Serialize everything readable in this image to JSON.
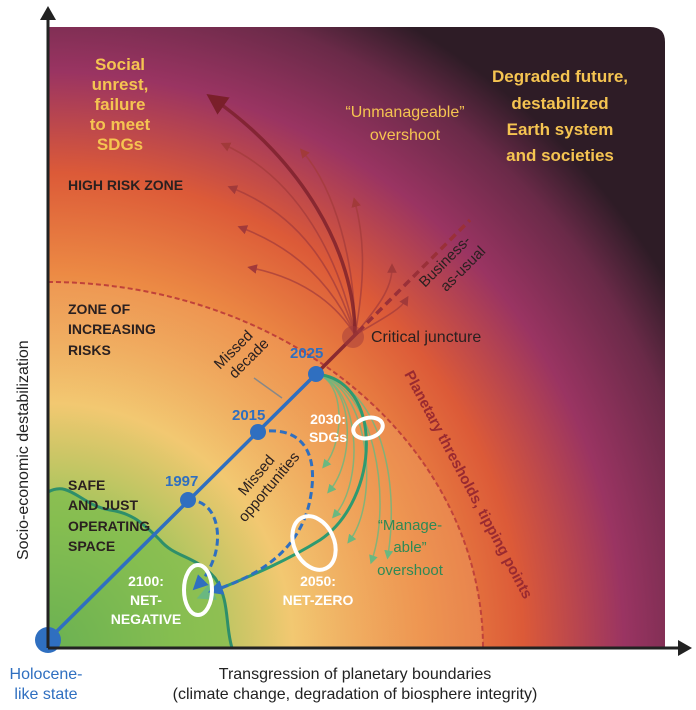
{
  "axes": {
    "y_label": "Socio-economic destabilization",
    "x_label_line1": "Transgression of planetary boundaries",
    "x_label_line2": "(climate change, degradation of biosphere integrity)",
    "origin_line1": "Holocene-",
    "origin_line2": "like state"
  },
  "zones": {
    "social": [
      "Social",
      "unrest,",
      "failure",
      "to meet",
      "SDGs"
    ],
    "degraded": [
      "Degraded future,",
      "destabilized",
      "Earth system",
      "and societies"
    ],
    "high_risk": "HIGH RISK ZONE",
    "increasing": [
      "ZONE OF",
      "INCREASING",
      "RISKS"
    ],
    "safe": [
      "SAFE",
      "AND JUST",
      "OPERATING",
      "SPACE"
    ]
  },
  "labels": {
    "unmanageable": [
      "“Unmanageable”",
      "overshoot"
    ],
    "manageable": [
      "“Manage-",
      "able”",
      "overshoot"
    ],
    "business": [
      "Business-",
      "as-usual"
    ],
    "critical": "Critical juncture",
    "thresholds": "Planetary thresholds, tipping points",
    "missed_decade": [
      "Missed",
      "decade"
    ],
    "missed_opps": [
      "Missed",
      "opportunities"
    ]
  },
  "years": {
    "y1997": "1997",
    "y2015": "2015",
    "y2025": "2025"
  },
  "targets": {
    "sdgs": [
      "2030:",
      "SDGs"
    ],
    "netzero": [
      "2050:",
      "NET-ZERO"
    ],
    "netneg": [
      "2100:",
      "NET-",
      "NEGATIVE"
    ]
  },
  "colors": {
    "blue": "#2f6fc0",
    "green": "#3a9a6a",
    "gold": "#f5c451",
    "red": "#8a2a30"
  }
}
